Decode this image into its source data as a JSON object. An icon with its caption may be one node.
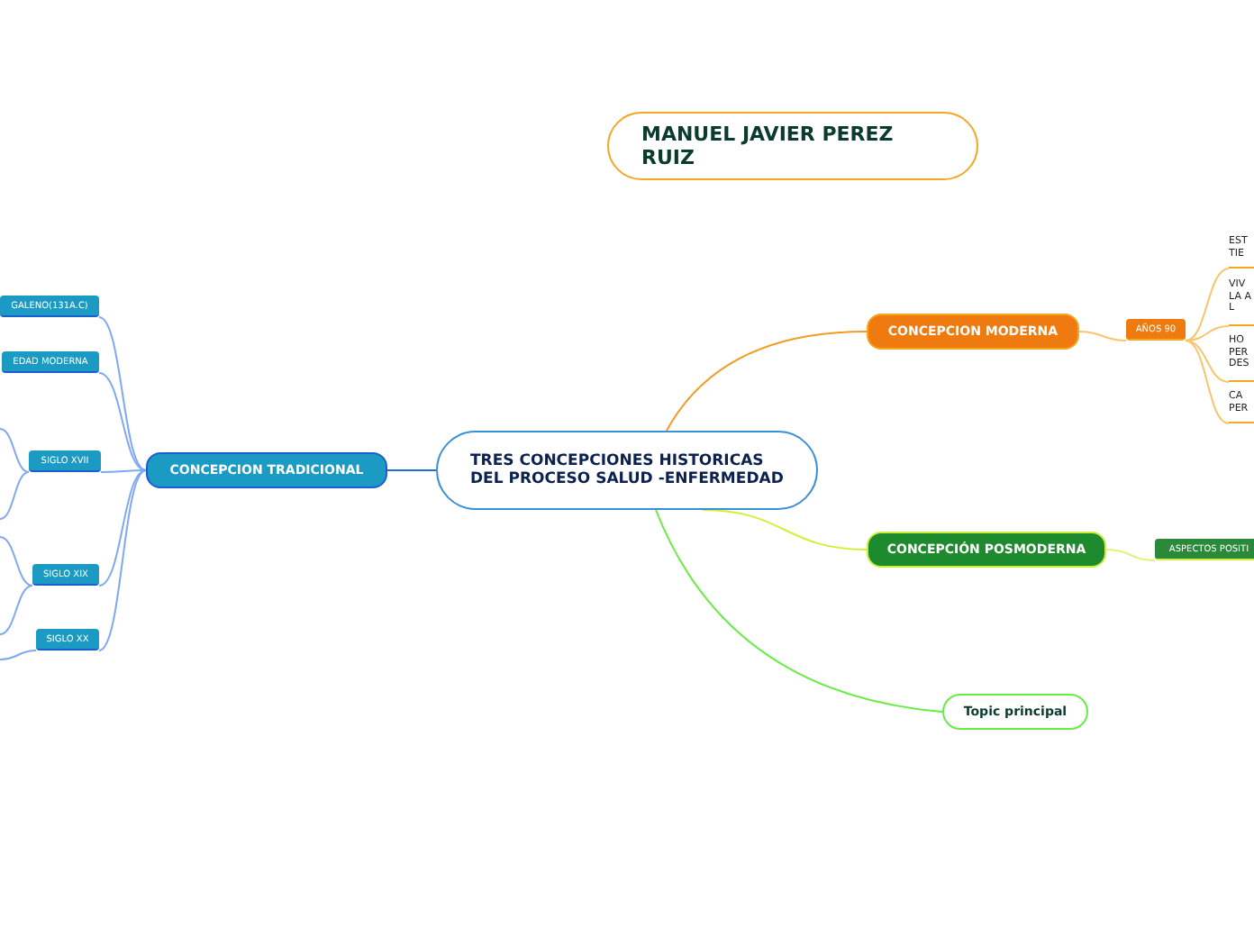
{
  "diagram": {
    "nodes": [
      {
        "text": [
          "MANUEL JAVIER PEREZ RUIZ"
        ]
      },
      {
        "text": [
          "TRES CONCEPCIONES HISTORICAS DEL PROCESO SALUD -ENFERMEDAD"
        ]
      },
      {
        "text": [
          "CONCEPCION TRADICIONAL"
        ]
      },
      {
        "text": [
          "GALENO(131A.C)"
        ]
      },
      {
        "text": [
          "EDAD MODERNA"
        ]
      },
      {
        "text": [
          "SIGLO XVII"
        ]
      },
      {
        "text": [
          "SIGLO XIX"
        ]
      },
      {
        "text": [
          "SIGLO XX"
        ]
      },
      {
        "text": [
          "CONCEPCION MODERNA"
        ]
      },
      {
        "text": [
          "AÑOS 90"
        ]
      },
      {
        "text": [
          "EST TIE"
        ]
      },
      {
        "text": [
          "VIV LA A L"
        ]
      },
      {
        "text": [
          "HO PER DES"
        ]
      },
      {
        "text": [
          "CA PER"
        ]
      },
      {
        "text": [
          "CONCEPCIÓN POSMODERNA"
        ]
      },
      {
        "text": [
          "ASPECTOS POSITI"
        ]
      },
      {
        "text": [
          "Topic principal"
        ]
      }
    ],
    "edges": [
      {
        "from": 1,
        "to": 2,
        "arrow": "none",
        "color": "#1f6fd6"
      },
      {
        "from": 2,
        "to": 3,
        "arrow": "none",
        "color": "#7fa8f5"
      },
      {
        "from": 2,
        "to": 4,
        "arrow": "none",
        "color": "#7fa8f5"
      },
      {
        "from": 2,
        "to": 5,
        "arrow": "none",
        "color": "#7fa8f5"
      },
      {
        "from": 2,
        "to": 6,
        "arrow": "none",
        "color": "#7fa8f5"
      },
      {
        "from": 2,
        "to": 7,
        "arrow": "none",
        "color": "#7fa8f5"
      },
      {
        "from": 5,
        "to": null,
        "arrow": "none",
        "color": "#7fa8f5"
      },
      {
        "from": 5,
        "to": null,
        "arrow": "none",
        "color": "#7fa8f5"
      },
      {
        "from": 6,
        "to": null,
        "arrow": "none",
        "color": "#7fa8f5"
      },
      {
        "from": 6,
        "to": null,
        "arrow": "none",
        "color": "#7fa8f5"
      },
      {
        "from": 7,
        "to": null,
        "arrow": "none",
        "color": "#7fa8f5"
      },
      {
        "from": 1,
        "to": 8,
        "arrow": "none",
        "color": "#f59a23"
      },
      {
        "from": 8,
        "to": 9,
        "arrow": "none",
        "color": "#fbc46a"
      },
      {
        "from": 9,
        "to": 10,
        "arrow": "none",
        "color": "#fbc46a"
      },
      {
        "from": 9,
        "to": 11,
        "arrow": "none",
        "color": "#fbc46a"
      },
      {
        "from": 9,
        "to": 12,
        "arrow": "none",
        "color": "#fbc46a"
      },
      {
        "from": 9,
        "to": 13,
        "arrow": "none",
        "color": "#fbc46a"
      },
      {
        "from": 1,
        "to": 14,
        "arrow": "none",
        "color": "#d4ef3a"
      },
      {
        "from": 14,
        "to": 15,
        "arrow": "none",
        "color": "#e2f27a"
      },
      {
        "from": 1,
        "to": 16,
        "arrow": "none",
        "color": "#66ee44"
      }
    ]
  }
}
